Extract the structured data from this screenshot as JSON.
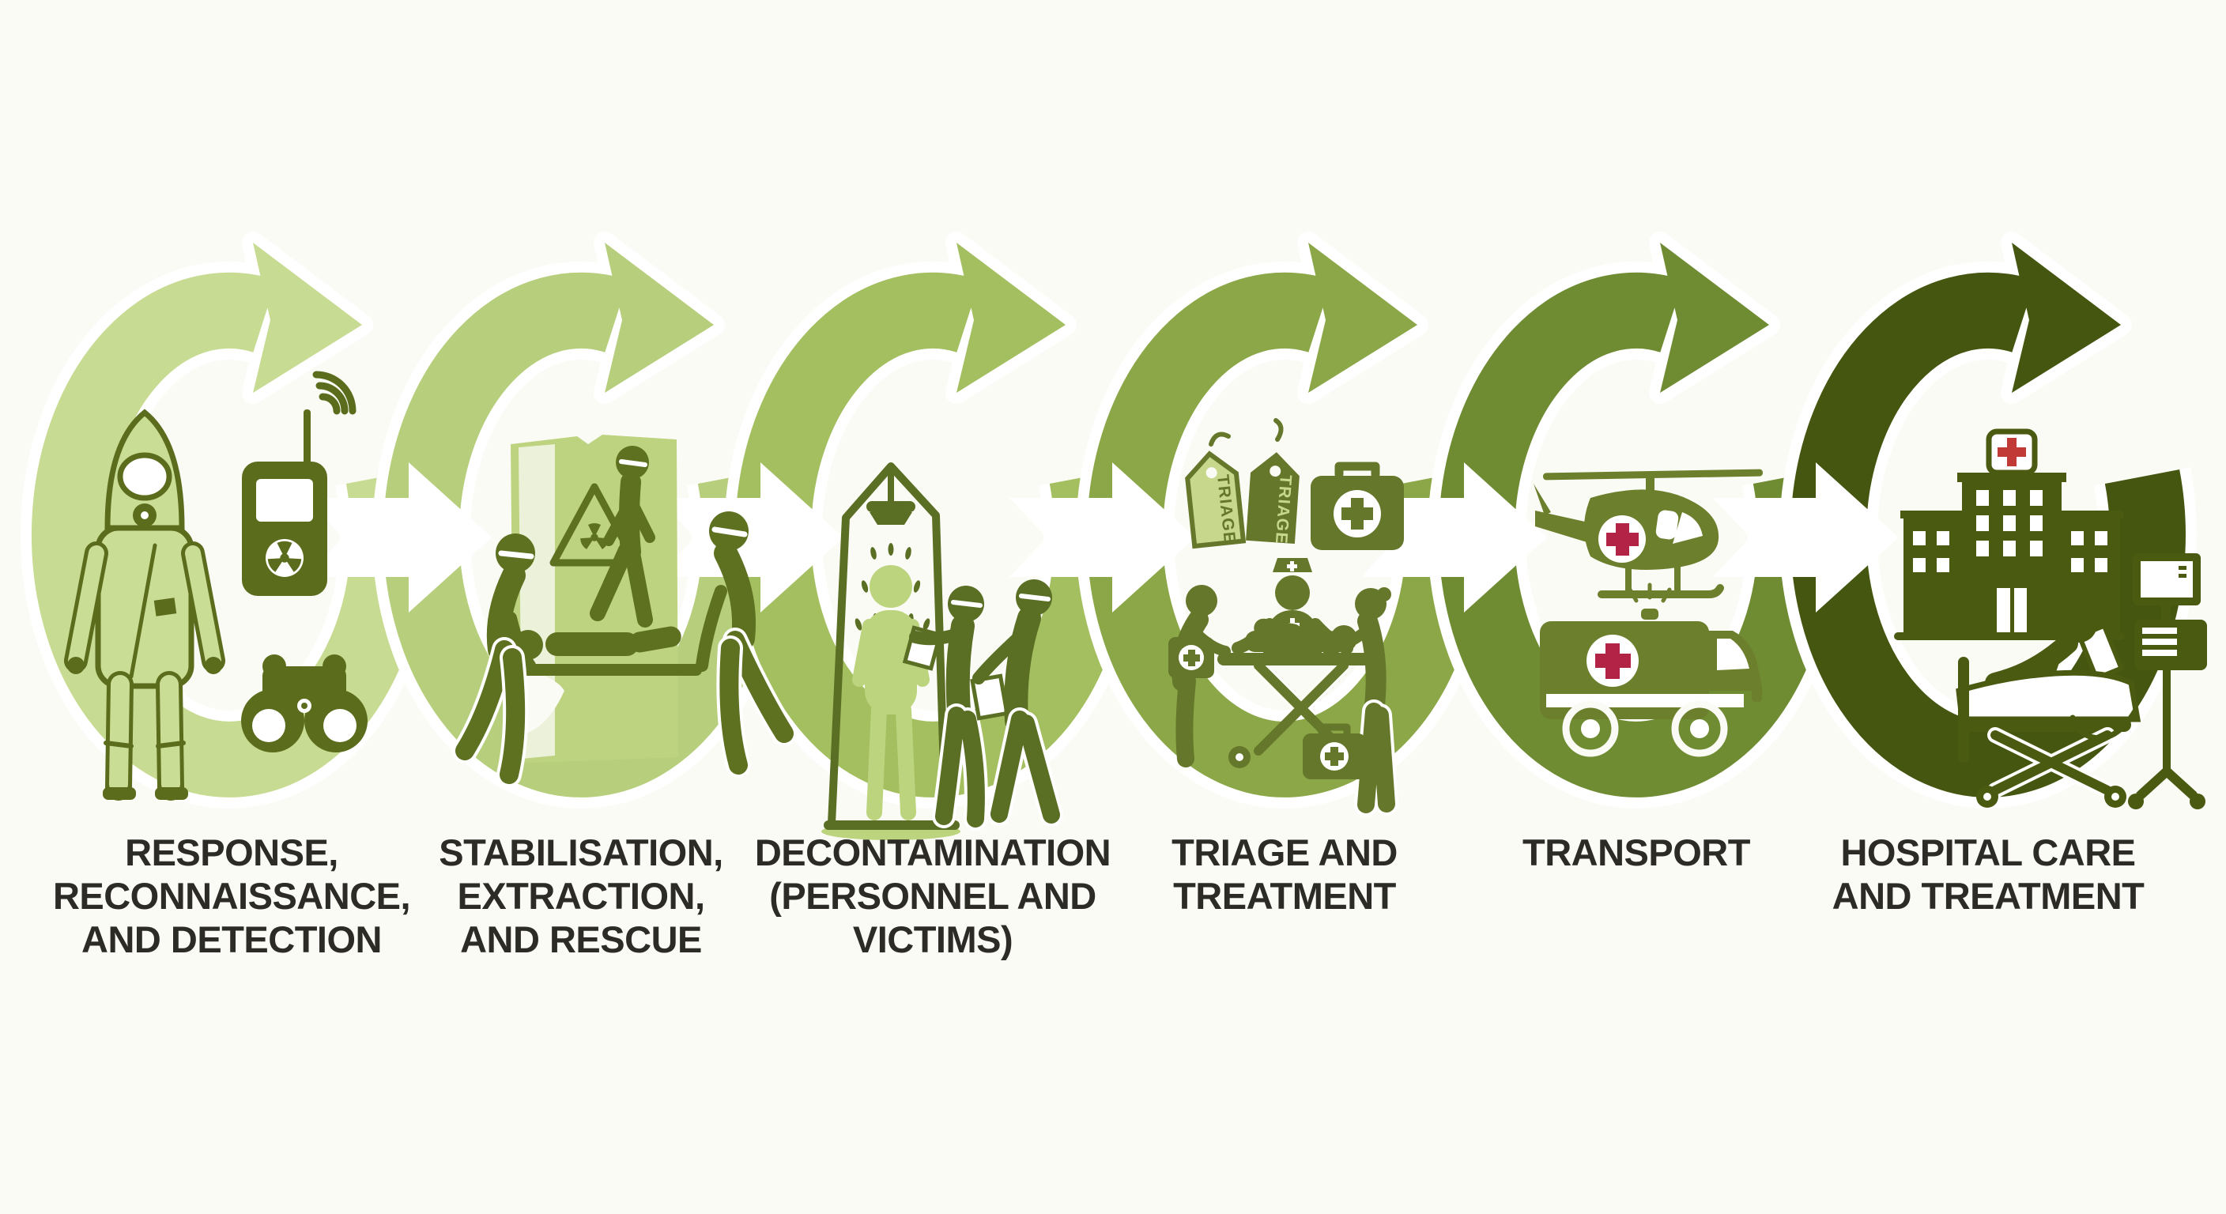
{
  "background": "#fbfbf6",
  "label_color": "#2c2b26",
  "connector_color": "#ffffff",
  "diagram_type": "process-cycle",
  "stages": [
    {
      "label_lines": [
        "RESPONSE,",
        "RECONNAISSANCE,",
        "AND DETECTION"
      ],
      "ring_color": "#c8db92",
      "icon_dark": "#5b6c1d",
      "icon_light": "#cadd95",
      "icons": [
        "hazmat-suit-responder",
        "radiation-detector",
        "binoculars"
      ]
    },
    {
      "label_lines": [
        "STABILISATION,",
        "EXTRACTION,",
        "AND RESCUE"
      ],
      "ring_color": "#b7cf7c",
      "icon_dark": "#5d7120",
      "icon_light": "#bdd37f",
      "icons": [
        "damaged-structure-radiation-sign",
        "stretcher-carry-team",
        "walking-rescuer"
      ]
    },
    {
      "label_lines": [
        "DECONTAMINATION",
        "(PERSONNEL AND",
        "VICTIMS)"
      ],
      "ring_color": "#a4bf60",
      "icon_dark": "#5a6e24",
      "icon_light": "#bdd47f",
      "icons": [
        "decon-shower-stall",
        "victim-being-washed",
        "decon-workers-with-towels"
      ]
    },
    {
      "label_lines": [
        "TRIAGE AND",
        "TREATMENT"
      ],
      "ring_color": "#8ba747",
      "icon_dark": "#65772a",
      "icon_light": "#c7d88c",
      "tag_text": "TRIAGE",
      "icons": [
        "triage-tags",
        "first-aid-kit",
        "treatment-table-scene"
      ]
    },
    {
      "label_lines": [
        "TRANSPORT"
      ],
      "ring_color": "#6f8c33",
      "icon_dark": "#6c7f2c",
      "icon_light": "#c7d88c",
      "accent_red": "#b22345",
      "icons": [
        "medevac-helicopter",
        "ambulance"
      ]
    },
    {
      "label_lines": [
        "HOSPITAL CARE",
        "AND TREATMENT"
      ],
      "ring_color": "#44560f",
      "icon_dark": "#4a5a11",
      "icon_light": "#c7d88c",
      "accent_red": "#c23a37",
      "icons": [
        "hospital-building",
        "patient-in-bed",
        "vital-signs-monitor"
      ]
    }
  ]
}
